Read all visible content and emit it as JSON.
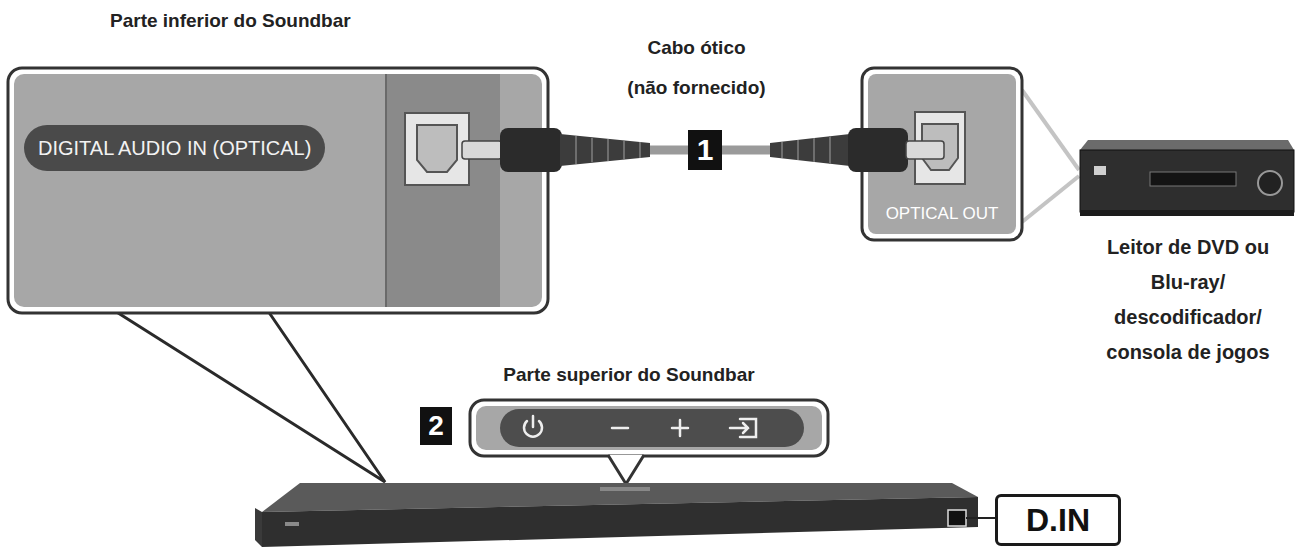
{
  "diagram": {
    "nodes": [
      {
        "text": [
          "Parte inferior do Soundbar"
        ]
      },
      {
        "text": [
          "DIGITAL AUDIO IN (OPTICAL)"
        ],
        "in": 0
      },
      {
        "text": [
          "OPTICAL OUT"
        ]
      },
      {
        "text": [
          "Parte superior do Soundbar"
        ]
      },
      {
        "text": [
          "D.IN"
        ]
      }
    ],
    "edges": [
      {
        "from": 0,
        "to": 2,
        "arrow": "none",
        "label": "1"
      }
    ],
    "labels": [
      "Cabo ótico (não fornecido)",
      "Leitor de DVD ou Blu-ray/ descodificador/ consola de jogos",
      "2"
    ]
  }
}
